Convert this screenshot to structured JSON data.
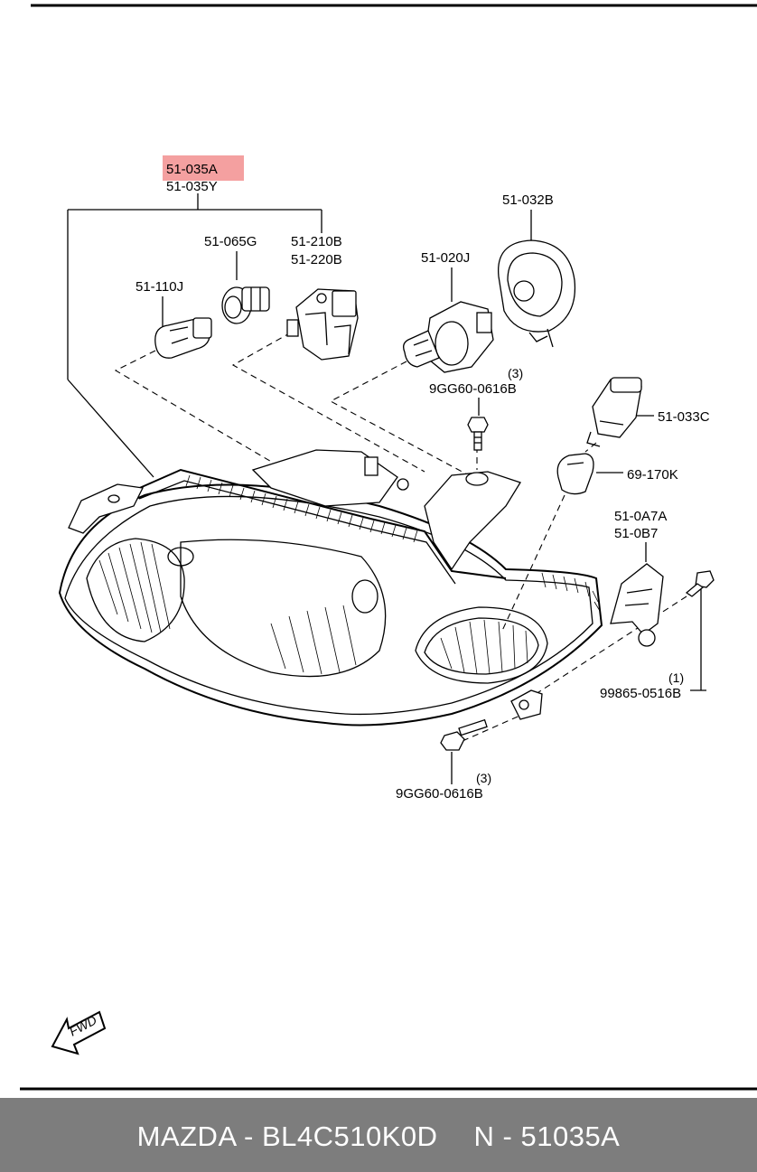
{
  "diagram": {
    "labels": {
      "main_part_highlighted": "51-035A",
      "main_part_alt": "51-035Y",
      "bulb_socket_b": "51-065G",
      "leveling_motor_1": "51-210B",
      "leveling_motor_2": "51-220B",
      "side_bulb": "51-110J",
      "headlamp_bulb": "51-020J",
      "bulb_cover": "51-032B",
      "bolt_top": "9GG60-0616B",
      "bolt_top_qty": "(3)",
      "socket_c": "51-033C",
      "wedge_bulb": "69-170K",
      "bracket_1": "51-0A7A",
      "bracket_2": "51-0B7",
      "screw": "99865-0516B",
      "screw_qty": "(1)",
      "bolt_bottom": "9GG60-0616B",
      "bolt_bottom_qty": "(3)",
      "fwd_arrow": "FWD"
    },
    "highlight_color": "#f4a0a0"
  },
  "footer": {
    "brand_part": "MAZDA - BL4C510K0D",
    "ref": "N - 51035A",
    "bg_color": "#7d7d7d"
  }
}
